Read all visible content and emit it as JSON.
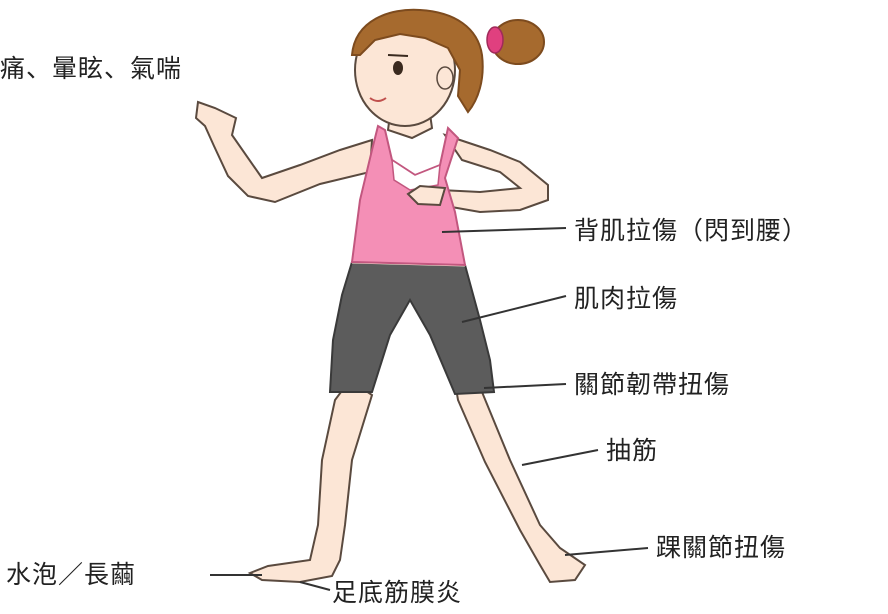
{
  "labels": {
    "top_left": "痛、暈眩、氣喘",
    "back": "背肌拉傷（閃到腰）",
    "muscle": "肌肉拉傷",
    "ligament": "關節韌帶扭傷",
    "cramp": "抽筋",
    "ankle": "踝關節扭傷",
    "blister": "水泡／長繭",
    "plantar": "足底筋膜炎"
  },
  "colors": {
    "skin": "#fce6d6",
    "outline": "#5a4a3f",
    "hair": "#a66a2e",
    "hair_dark": "#7d4b1e",
    "top": "#f48fb6",
    "shorts": "#5c5c5c",
    "tie": "#e0407f",
    "leader": "#333333"
  }
}
